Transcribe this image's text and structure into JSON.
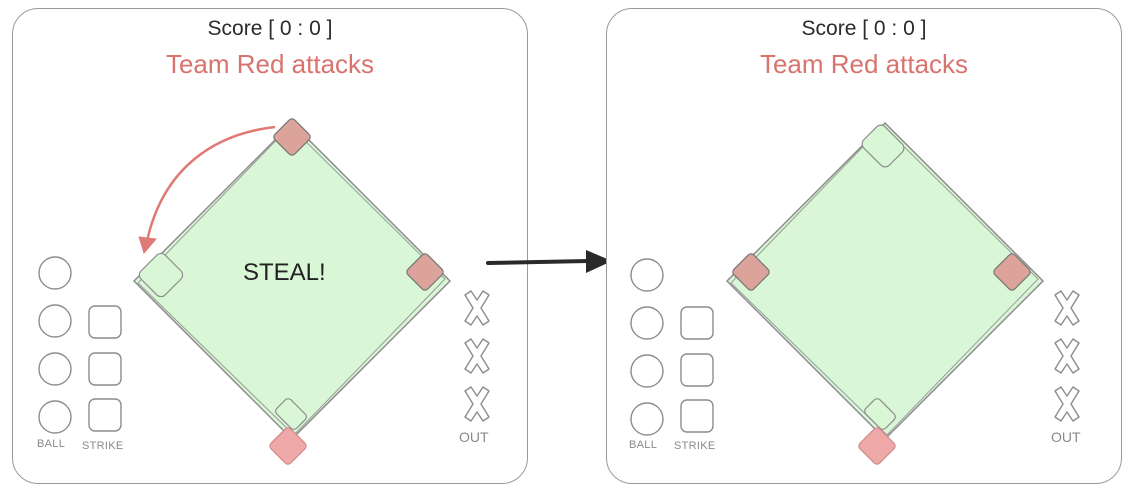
{
  "panels": [
    {
      "id": "before",
      "score_text": "Score [ 0 : 0 ]",
      "status_text": "Team Red attacks",
      "action_text": "STEAL!",
      "bases": {
        "home": "occupied",
        "first": "occupied",
        "second": "occupied",
        "third": "empty"
      },
      "steal_arrow": {
        "from": "second",
        "to": "third"
      }
    },
    {
      "id": "after",
      "score_text": "Score [ 0 : 0 ]",
      "status_text": "Team Red attacks",
      "action_text": "",
      "bases": {
        "home": "occupied",
        "first": "occupied",
        "second": "empty",
        "third": "occupied"
      }
    }
  ],
  "counter_labels": {
    "ball": "BALL",
    "strike": "STRIKE",
    "out": "OUT"
  },
  "counts": {
    "balls": 0,
    "strikes": 0,
    "outs": 0
  },
  "colors": {
    "field_fill": "#d9f7d6",
    "base_occupied": "#dba39a",
    "home_runner": "#eea8a8",
    "team_red_text": "#d9736e",
    "outline": "#8c8c8c",
    "arrow_red": "#e07a76",
    "arrow_dark": "#2a2a2a"
  }
}
